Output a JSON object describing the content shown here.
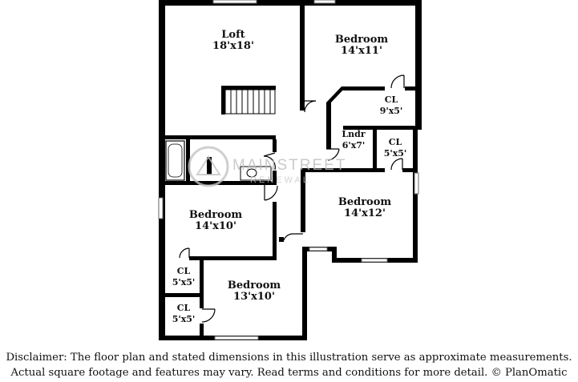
{
  "rooms": {
    "loft": {
      "name": "Loft",
      "dims": "18'x18'"
    },
    "bedroom_ne": {
      "name": "Bedroom",
      "dims": "14'x11'"
    },
    "closet_ne": {
      "name": "CL",
      "dims": "9'x5'"
    },
    "laundry": {
      "name": "Lndr",
      "dims": "6'x7'"
    },
    "closet_e": {
      "name": "CL",
      "dims": "5'x5'"
    },
    "bedroom_e": {
      "name": "Bedroom",
      "dims": "14'x12'"
    },
    "bedroom_w": {
      "name": "Bedroom",
      "dims": "14'x10'"
    },
    "closet_sw1": {
      "name": "CL",
      "dims": "5'x5'"
    },
    "closet_sw2": {
      "name": "CL",
      "dims": "5'x5'"
    },
    "bedroom_s": {
      "name": "Bedroom",
      "dims": "13'x10'"
    }
  },
  "watermark": {
    "line1": "MAINSTREET",
    "line2": "RENEWAL"
  },
  "disclaimer": {
    "line1": "Disclaimer: The floor plan and stated dimensions in this illustration serve as approximate measurements.",
    "line2": "Actual square footage and features may vary. Read terms and conditions for more detail. © PlanOmatic"
  }
}
